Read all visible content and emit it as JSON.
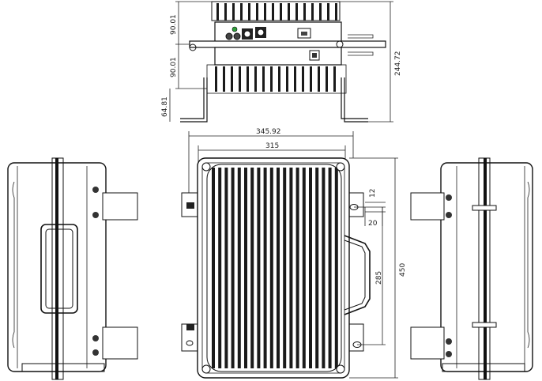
{
  "dimensions": {
    "top_height_a": "90.01",
    "top_height_b": "90.01",
    "bracket_height": "64.81",
    "total_height": "244.72",
    "overall_width": "345.92",
    "inner_width": "315",
    "slot_height": "12",
    "slot_offset": "20",
    "mount_spacing": "285",
    "total_length": "450"
  },
  "colors": {
    "line": "#111111",
    "fin": "#1a1a1a",
    "face": "#ffffff",
    "led_green": "#2e9e3a"
  }
}
